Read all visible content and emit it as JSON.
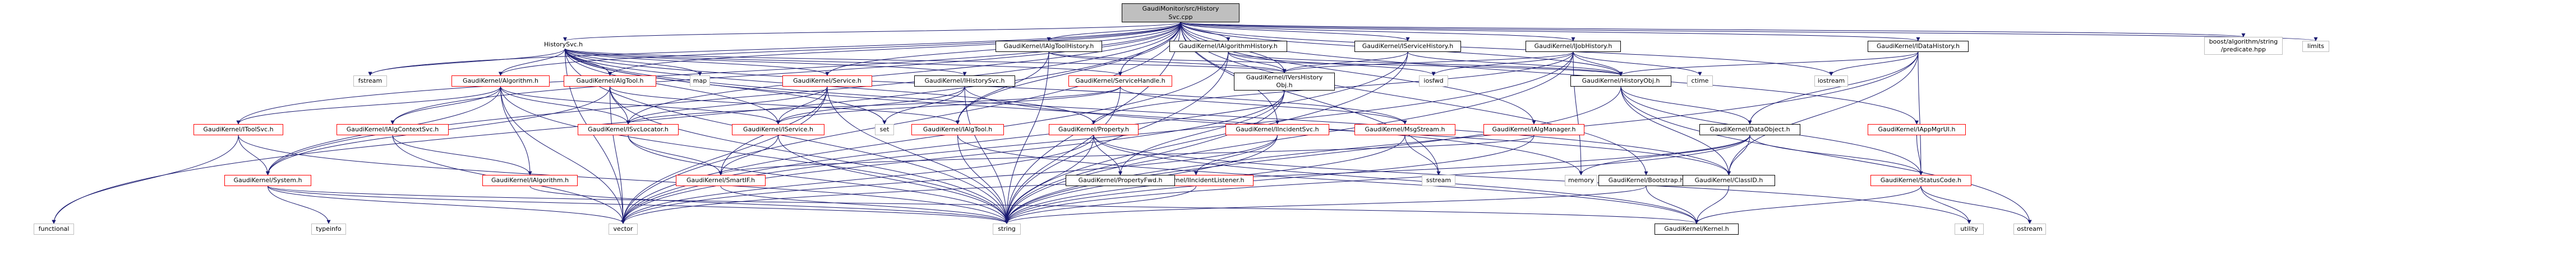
{
  "colors": {
    "edge": "#191970",
    "root_fill": "#bfbfbf",
    "missing_border": "#ff0000",
    "external_border": "#bfbfbf"
  },
  "nodes": [
    {
      "id": "root",
      "label": "GaudiMonitor/src/History\nSvc.cpp",
      "style": "root"
    },
    {
      "id": "historysvch",
      "label": "HistorySvc.h",
      "style": "plain"
    },
    {
      "id": "algtoolhistory",
      "label": "GaudiKernel/IAlgToolHistory.h",
      "style": "black"
    },
    {
      "id": "algorithmhistory",
      "label": "GaudiKernel/IAlgorithmHistory.h",
      "style": "black"
    },
    {
      "id": "servicehistory",
      "label": "GaudiKernel/IServiceHistory.h",
      "style": "black"
    },
    {
      "id": "jobhistory",
      "label": "GaudiKernel/IJobHistory.h",
      "style": "black"
    },
    {
      "id": "datahistory",
      "label": "GaudiKernel/IDataHistory.h",
      "style": "black"
    },
    {
      "id": "boostpred",
      "label": "boost/algorithm/string\n/predicate.hpp",
      "style": "gray-two"
    },
    {
      "id": "limits",
      "label": "limits",
      "style": "gray"
    },
    {
      "id": "fstream",
      "label": "fstream",
      "style": "gray"
    },
    {
      "id": "algorithmh",
      "label": "GaudiKernel/Algorithm.h",
      "style": "red"
    },
    {
      "id": "algtoolh",
      "label": "GaudiKernel/AlgTool.h",
      "style": "red"
    },
    {
      "id": "map",
      "label": "map",
      "style": "gray"
    },
    {
      "id": "serviceh",
      "label": "GaudiKernel/Service.h",
      "style": "red"
    },
    {
      "id": "ihistorysvc",
      "label": "GaudiKernel/IHistorySvc.h",
      "style": "black"
    },
    {
      "id": "servicehandle",
      "label": "GaudiKernel/ServiceHandle.h",
      "style": "red"
    },
    {
      "id": "iversionedhistory",
      "label": "GaudiKernel/IVersHistory\nObj.h",
      "style": "black-two"
    },
    {
      "id": "iosfwd",
      "label": "iosfwd",
      "style": "gray"
    },
    {
      "id": "historyobj",
      "label": "GaudiKernel/HistoryObj.h",
      "style": "black"
    },
    {
      "id": "ctime",
      "label": "ctime",
      "style": "gray"
    },
    {
      "id": "iostream",
      "label": "iostream",
      "style": "gray"
    },
    {
      "id": "itoolsvc",
      "label": "GaudiKernel/IToolSvc.h",
      "style": "red"
    },
    {
      "id": "ialgcontextsvc",
      "label": "GaudiKernel/IAlgContextSvc.h",
      "style": "red"
    },
    {
      "id": "isvclocator",
      "label": "GaudiKernel/ISvcLocator.h",
      "style": "red"
    },
    {
      "id": "iservice",
      "label": "GaudiKernel/IService.h",
      "style": "red"
    },
    {
      "id": "set",
      "label": "set",
      "style": "gray"
    },
    {
      "id": "ialgtool",
      "label": "GaudiKernel/IAlgTool.h",
      "style": "red"
    },
    {
      "id": "propertyh",
      "label": "GaudiKernel/Property.h",
      "style": "red"
    },
    {
      "id": "iincidentsvc",
      "label": "GaudiKernel/IIncidentSvc.h",
      "style": "red"
    },
    {
      "id": "msgstream",
      "label": "GaudiKernel/MsgStream.h",
      "style": "red"
    },
    {
      "id": "ialgmanager",
      "label": "GaudiKernel/IAlgManager.h",
      "style": "red"
    },
    {
      "id": "dataobject",
      "label": "GaudiKernel/DataObject.h",
      "style": "black"
    },
    {
      "id": "iappmgrui",
      "label": "GaudiKernel/IAppMgrUI.h",
      "style": "red"
    },
    {
      "id": "system",
      "label": "GaudiKernel/System.h",
      "style": "red"
    },
    {
      "id": "ialgorithm",
      "label": "GaudiKernel/IAlgorithm.h",
      "style": "red"
    },
    {
      "id": "smartif",
      "label": "GaudiKernel/SmartIF.h",
      "style": "red"
    },
    {
      "id": "iincidentlistener",
      "label": "GaudiKernel/IIncidentListener.h",
      "style": "red"
    },
    {
      "id": "propertyfwd",
      "label": "GaudiKernel/PropertyFwd.h",
      "style": "black"
    },
    {
      "id": "sstream",
      "label": "sstream",
      "style": "gray"
    },
    {
      "id": "memory",
      "label": "memory",
      "style": "gray"
    },
    {
      "id": "bootstrap",
      "label": "GaudiKernel/Bootstrap.h",
      "style": "black"
    },
    {
      "id": "classid",
      "label": "GaudiKernel/ClassID.h",
      "style": "black"
    },
    {
      "id": "statuscode",
      "label": "GaudiKernel/StatusCode.h",
      "style": "red"
    },
    {
      "id": "functional",
      "label": "functional",
      "style": "gray"
    },
    {
      "id": "typeinfo",
      "label": "typeinfo",
      "style": "gray"
    },
    {
      "id": "vector",
      "label": "vector",
      "style": "gray"
    },
    {
      "id": "string",
      "label": "string",
      "style": "gray"
    },
    {
      "id": "kernelh",
      "label": "GaudiKernel/Kernel.h",
      "style": "black"
    },
    {
      "id": "utility",
      "label": "utility",
      "style": "gray"
    },
    {
      "id": "ostream",
      "label": "ostream",
      "style": "gray"
    }
  ],
  "edges": [
    [
      "root",
      "historysvch"
    ],
    [
      "root",
      "algtoolhistory"
    ],
    [
      "root",
      "algorithmhistory"
    ],
    [
      "root",
      "servicehistory"
    ],
    [
      "root",
      "jobhistory"
    ],
    [
      "root",
      "datahistory"
    ],
    [
      "root",
      "boostpred"
    ],
    [
      "root",
      "limits"
    ],
    [
      "root",
      "fstream"
    ],
    [
      "root",
      "algorithmh"
    ],
    [
      "root",
      "algtoolh"
    ],
    [
      "root",
      "serviceh"
    ],
    [
      "root",
      "servicehandle"
    ],
    [
      "root",
      "iversionedhistory"
    ],
    [
      "root",
      "historyobj"
    ],
    [
      "root",
      "iostream"
    ],
    [
      "root",
      "itoolsvc"
    ],
    [
      "root",
      "ialgcontextsvc"
    ],
    [
      "root",
      "isvclocator"
    ],
    [
      "root",
      "ialgtool"
    ],
    [
      "root",
      "iincidentsvc"
    ],
    [
      "root",
      "ialgmanager"
    ],
    [
      "root",
      "iappmgrui"
    ],
    [
      "root",
      "system"
    ],
    [
      "root",
      "bootstrap"
    ],
    [
      "root",
      "functional"
    ],
    [
      "root",
      "vector"
    ],
    [
      "root",
      "string"
    ],
    [
      "root",
      "sstream"
    ],
    [
      "historysvch",
      "fstream"
    ],
    [
      "historysvch",
      "algorithmh"
    ],
    [
      "historysvch",
      "algtoolh"
    ],
    [
      "historysvch",
      "map"
    ],
    [
      "historysvch",
      "serviceh"
    ],
    [
      "historysvch",
      "ihistorysvc"
    ],
    [
      "historysvch",
      "servicehandle"
    ],
    [
      "historysvch",
      "iversionedhistory"
    ],
    [
      "historysvch",
      "set"
    ],
    [
      "historysvch",
      "iservice"
    ],
    [
      "historysvch",
      "propertyh"
    ],
    [
      "historysvch",
      "msgstream"
    ],
    [
      "historysvch",
      "memory"
    ],
    [
      "historysvch",
      "classid"
    ],
    [
      "historysvch",
      "vector"
    ],
    [
      "historysvch",
      "string"
    ],
    [
      "algtoolhistory",
      "iversionedhistory"
    ],
    [
      "algtoolhistory",
      "historyobj"
    ],
    [
      "algtoolhistory",
      "string"
    ],
    [
      "algtoolhistory",
      "ialgtool"
    ],
    [
      "algorithmhistory",
      "iversionedhistory"
    ],
    [
      "algorithmhistory",
      "historyobj"
    ],
    [
      "algorithmhistory",
      "iosfwd"
    ],
    [
      "algorithmhistory",
      "string"
    ],
    [
      "algorithmhistory",
      "vector"
    ],
    [
      "servicehistory",
      "iversionedhistory"
    ],
    [
      "servicehistory",
      "historyobj"
    ],
    [
      "servicehistory",
      "string"
    ],
    [
      "servicehistory",
      "vector"
    ],
    [
      "jobhistory",
      "iversionedhistory"
    ],
    [
      "jobhistory",
      "historyobj"
    ],
    [
      "jobhistory",
      "ctime"
    ],
    [
      "jobhistory",
      "iosfwd"
    ],
    [
      "jobhistory",
      "string"
    ],
    [
      "jobhistory",
      "vector"
    ],
    [
      "jobhistory",
      "memory"
    ],
    [
      "jobhistory",
      "propertyh"
    ],
    [
      "datahistory",
      "historyobj"
    ],
    [
      "datahistory",
      "iostream"
    ],
    [
      "datahistory",
      "classid"
    ],
    [
      "datahistory",
      "statuscode"
    ],
    [
      "datahistory",
      "string"
    ],
    [
      "datahistory",
      "dataobject"
    ],
    [
      "algorithmh",
      "itoolsvc"
    ],
    [
      "algorithmh",
      "ialgcontextsvc"
    ],
    [
      "algorithmh",
      "isvclocator"
    ],
    [
      "algorithmh",
      "iservice"
    ],
    [
      "algorithmh",
      "ialgorithm"
    ],
    [
      "algorithmh",
      "system"
    ],
    [
      "algorithmh",
      "string"
    ],
    [
      "algorithmh",
      "vector"
    ],
    [
      "algtoolh",
      "isvclocator"
    ],
    [
      "algtoolh",
      "ialgtool"
    ],
    [
      "algtoolh",
      "system"
    ],
    [
      "algtoolh",
      "string"
    ],
    [
      "algtoolh",
      "vector"
    ],
    [
      "serviceh",
      "iservice"
    ],
    [
      "serviceh",
      "isvclocator"
    ],
    [
      "serviceh",
      "smartif"
    ],
    [
      "serviceh",
      "string"
    ],
    [
      "serviceh",
      "vector"
    ],
    [
      "ihistorysvc",
      "iservice"
    ],
    [
      "ihistorysvc",
      "set"
    ],
    [
      "ihistorysvc",
      "string"
    ],
    [
      "ihistorysvc",
      "classid"
    ],
    [
      "servicehandle",
      "iservice"
    ],
    [
      "servicehandle",
      "isvclocator"
    ],
    [
      "servicehandle",
      "msgstream"
    ],
    [
      "servicehandle",
      "string"
    ],
    [
      "iversionedhistory",
      "string"
    ],
    [
      "iversionedhistory",
      "vector"
    ],
    [
      "iversionedhistory",
      "propertyfwd"
    ],
    [
      "historyobj",
      "dataobject"
    ],
    [
      "historyobj",
      "statuscode"
    ],
    [
      "historyobj",
      "classid"
    ],
    [
      "historyobj",
      "string"
    ],
    [
      "historyobj",
      "ostream"
    ],
    [
      "itoolsvc",
      "system"
    ],
    [
      "itoolsvc",
      "functional"
    ],
    [
      "itoolsvc",
      "string"
    ],
    [
      "ialgcontextsvc",
      "ialgorithm"
    ],
    [
      "ialgcontextsvc",
      "vector"
    ],
    [
      "isvclocator",
      "smartif"
    ],
    [
      "isvclocator",
      "string"
    ],
    [
      "iservice",
      "smartif"
    ],
    [
      "iservice",
      "string"
    ],
    [
      "ialgtool",
      "string"
    ],
    [
      "ialgtool",
      "kernelh"
    ],
    [
      "propertyh",
      "propertyfwd"
    ],
    [
      "propertyh",
      "kernelh"
    ],
    [
      "propertyh",
      "string"
    ],
    [
      "propertyh",
      "vector"
    ],
    [
      "propertyh",
      "utility"
    ],
    [
      "iincidentsvc",
      "iincidentlistener"
    ],
    [
      "iincidentsvc",
      "string"
    ],
    [
      "iincidentsvc",
      "vector"
    ],
    [
      "msgstream",
      "sstream"
    ],
    [
      "msgstream",
      "string"
    ],
    [
      "ialgmanager",
      "smartif"
    ],
    [
      "ialgmanager",
      "string"
    ],
    [
      "dataobject",
      "classid"
    ],
    [
      "dataobject",
      "statuscode"
    ],
    [
      "dataobject",
      "memory"
    ],
    [
      "dataobject",
      "string"
    ],
    [
      "dataobject",
      "vector"
    ],
    [
      "iappmgrui",
      "statuscode"
    ],
    [
      "system",
      "typeinfo"
    ],
    [
      "system",
      "vector"
    ],
    [
      "system",
      "string"
    ],
    [
      "system",
      "kernelh"
    ],
    [
      "ialgorithm",
      "string"
    ],
    [
      "smartif",
      "string"
    ],
    [
      "iincidentlistener",
      "string"
    ],
    [
      "bootstrap",
      "kernelh"
    ],
    [
      "bootstrap",
      "string"
    ],
    [
      "classid",
      "kernelh"
    ],
    [
      "statuscode",
      "ostream"
    ],
    [
      "statuscode",
      "utility"
    ],
    [
      "statuscode",
      "kernelh"
    ]
  ]
}
